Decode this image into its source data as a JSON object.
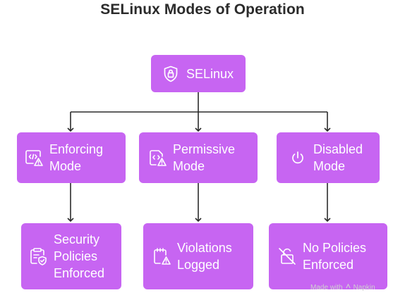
{
  "title": "SELinux Modes of Operation",
  "root": {
    "label": "SELinux",
    "icon": "shield-lock-icon"
  },
  "modes": [
    {
      "label": "Enforcing\nMode",
      "icon": "code-warning-icon",
      "result": {
        "label": "Security\nPolicies\nEnforced",
        "icon": "clipboard-check-icon"
      }
    },
    {
      "label": "Permissive\nMode",
      "icon": "code-warning-icon",
      "result": {
        "label": "Violations\nLogged",
        "icon": "notepad-warning-icon"
      }
    },
    {
      "label": "Disabled\nMode",
      "icon": "power-icon",
      "result": {
        "label": "No Policies\nEnforced",
        "icon": "lock-off-icon"
      }
    }
  ],
  "watermark": {
    "text": "Made with",
    "brand": "Napkin"
  },
  "colors": {
    "node_fill": "#c765f2",
    "node_text": "#ffffff",
    "connector": "#2b2b2b",
    "title": "#2b2b2b"
  }
}
